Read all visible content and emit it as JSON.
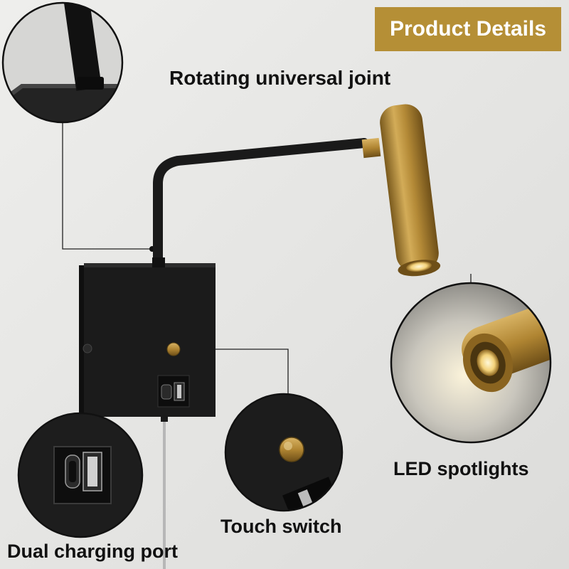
{
  "badge": {
    "text": "Product Details",
    "color": "#b58f36"
  },
  "callouts": {
    "joint": "Rotating universal joint",
    "led": "LED spotlights",
    "touch": "Touch switch",
    "port": "Dual charging port"
  },
  "colors": {
    "background": "#e7e7e5",
    "lamp_body": "#1c1c1c",
    "brass": "#b58f36",
    "leader_line": "#222222"
  }
}
